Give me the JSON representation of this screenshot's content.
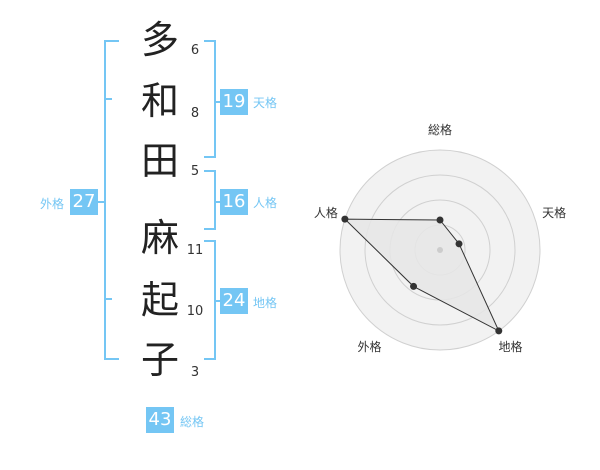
{
  "name_chars": [
    {
      "char": "多",
      "strokes": "6"
    },
    {
      "char": "和",
      "strokes": "8"
    },
    {
      "char": "田",
      "strokes": "5"
    },
    {
      "char": "麻",
      "strokes": "11"
    },
    {
      "char": "起",
      "strokes": "10"
    },
    {
      "char": "子",
      "strokes": "3"
    }
  ],
  "scores": {
    "tenkaku": {
      "value": "19",
      "label": "天格"
    },
    "jinkaku": {
      "value": "16",
      "label": "人格"
    },
    "chikaku": {
      "value": "24",
      "label": "地格"
    },
    "gaikaku": {
      "value": "27",
      "label": "外格"
    },
    "soukaku": {
      "value": "43",
      "label": "総格"
    }
  },
  "colors": {
    "accent": "#74c6f4",
    "text": "#222222",
    "ring_fill": "#f2f2f2",
    "ring_stroke": "#d0d0d0",
    "polygon_fill": "#e6e6e6",
    "polygon_stroke": "#333333"
  },
  "chart_data": {
    "type": "radar",
    "categories": [
      "総格",
      "天格",
      "地格",
      "外格",
      "人格"
    ],
    "values": [
      0.3,
      0.2,
      1.0,
      0.45,
      1.0
    ],
    "range": [
      0,
      1
    ],
    "rings": 4,
    "grid": true
  }
}
